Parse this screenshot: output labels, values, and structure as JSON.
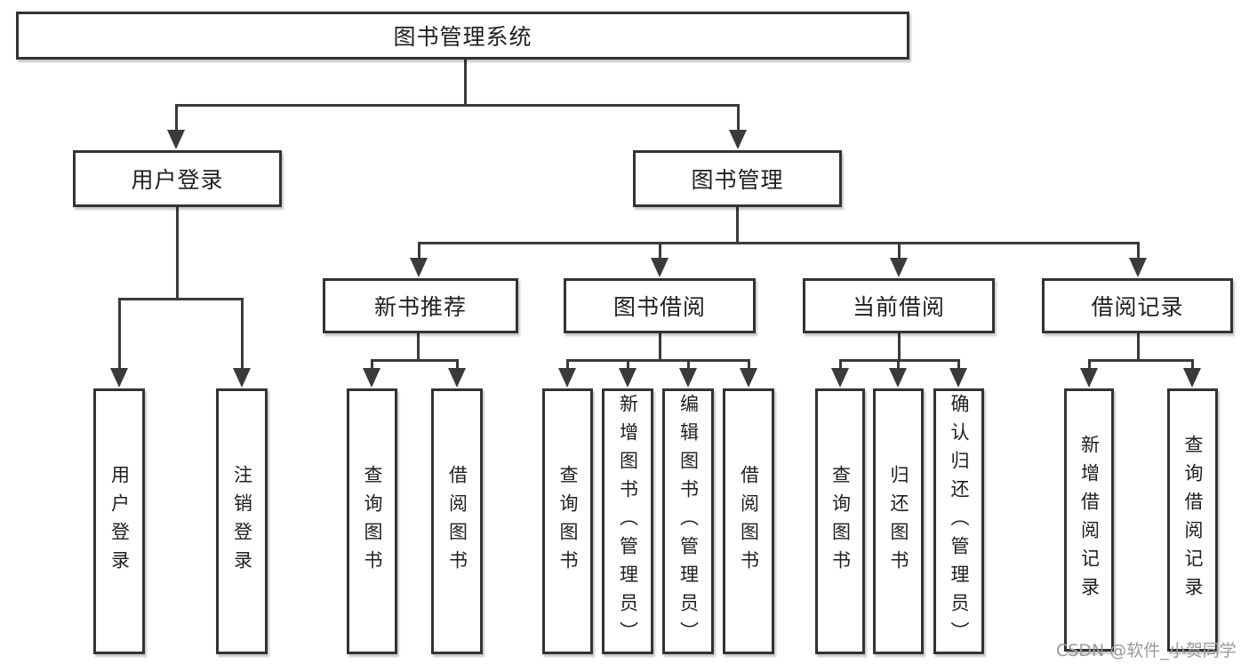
{
  "diagram": {
    "title_node": "图书管理系统",
    "tree": {
      "label": "图书管理系统",
      "children": [
        {
          "label": "用户登录",
          "children": [
            {
              "label": "用户登录"
            },
            {
              "label": "注销登录"
            }
          ]
        },
        {
          "label": "图书管理",
          "children": [
            {
              "label": "新书推荐",
              "children": [
                {
                  "label": "查询图书"
                },
                {
                  "label": "借阅图书"
                }
              ]
            },
            {
              "label": "图书借阅",
              "children": [
                {
                  "label": "查询图书"
                },
                {
                  "label": "新增图书（管理员）"
                },
                {
                  "label": "编辑图书（管理员）"
                },
                {
                  "label": "借阅图书"
                }
              ]
            },
            {
              "label": "当前借阅",
              "children": [
                {
                  "label": "查询图书"
                },
                {
                  "label": "归还图书"
                },
                {
                  "label": "确认归还（管理员）"
                }
              ]
            },
            {
              "label": "借阅记录",
              "children": [
                {
                  "label": "新增借阅记录"
                },
                {
                  "label": "查询借阅记录"
                }
              ]
            }
          ]
        }
      ]
    },
    "colors": {
      "line": "#3a3a3a",
      "box_border": "#333333",
      "box_fill": "#ffffff",
      "text": "#1f1f1f"
    }
  },
  "watermark": {
    "text": "CSDN @软件_小贺同学",
    "color": "#9b9b9b"
  }
}
